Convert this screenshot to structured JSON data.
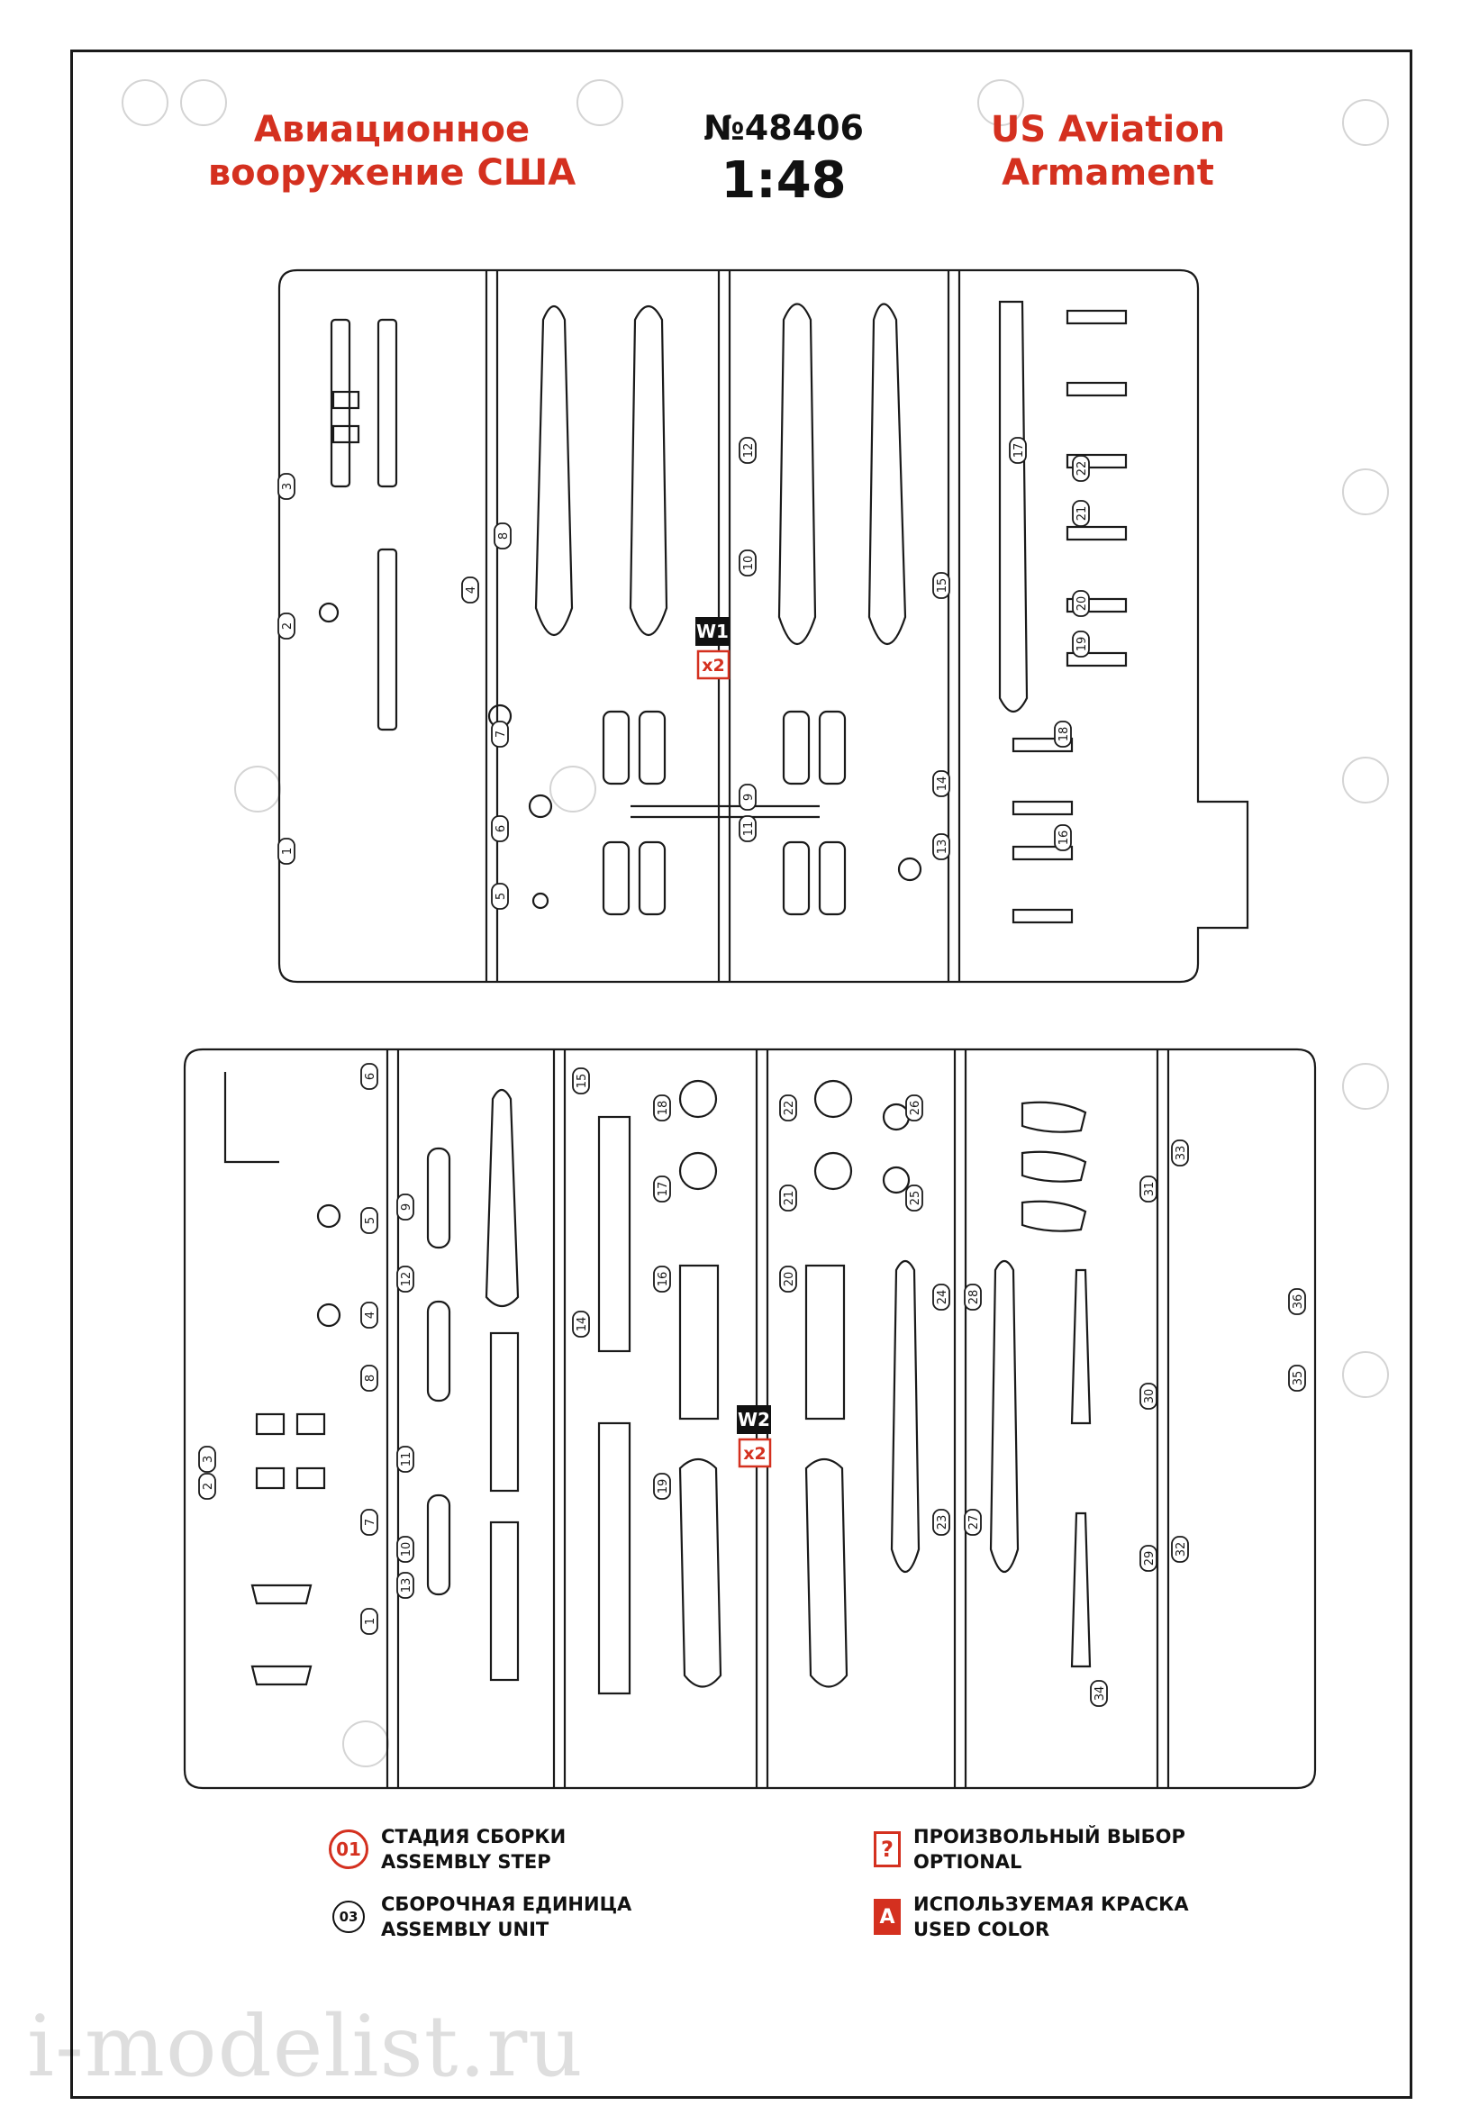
{
  "header": {
    "title_ru_line1": "Авиационное",
    "title_ru_line2": "вооружение США",
    "kit_number": "№48406",
    "scale": "1:48",
    "title_en_line1": "US Aviation",
    "title_en_line2": "Armament"
  },
  "sprue_w1": {
    "code": "W1",
    "multiplier": "x2",
    "part_numbers": [
      "1",
      "2",
      "3",
      "4",
      "5",
      "6",
      "7",
      "8",
      "9",
      "10",
      "11",
      "12",
      "13",
      "14",
      "15",
      "16",
      "17",
      "18",
      "19",
      "20",
      "21",
      "22"
    ]
  },
  "sprue_w2": {
    "code": "W2",
    "multiplier": "x2",
    "part_numbers": [
      "1",
      "2",
      "3",
      "4",
      "5",
      "6",
      "7",
      "8",
      "9",
      "10",
      "11",
      "12",
      "13",
      "14",
      "15",
      "16",
      "17",
      "18",
      "19",
      "20",
      "21",
      "22",
      "23",
      "24",
      "25",
      "26",
      "27",
      "28",
      "29",
      "30",
      "31",
      "32",
      "33",
      "34",
      "35",
      "36"
    ]
  },
  "legend": {
    "assembly_step_icon": "01",
    "assembly_step_ru": "СТАДИЯ СБОРКИ",
    "assembly_step_en": "ASSEMBLY STEP",
    "assembly_unit_icon": "03",
    "assembly_unit_ru": "СБОРОЧНАЯ ЕДИНИЦА",
    "assembly_unit_en": "ASSEMBLY UNIT",
    "optional_icon": "?",
    "optional_ru": "ПРОИЗВОЛЬНЫЙ ВЫБОР",
    "optional_en": "OPTIONAL",
    "color_icon": "A",
    "color_ru": "ИСПОЛЬЗУЕМАЯ КРАСКА",
    "color_en": "USED COLOR"
  },
  "watermark": "i-modelist.ru",
  "colors": {
    "accent_red": "#d4301f",
    "line": "#1a1a1a"
  }
}
